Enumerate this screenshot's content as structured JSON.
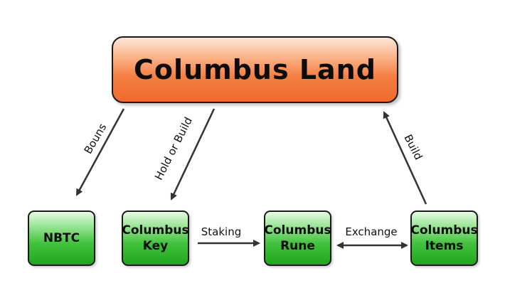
{
  "nodes": {
    "main": "Columbus Land",
    "nbtc": "NBTC",
    "key": "Columbus\nKey",
    "rune": "Columbus\nRune",
    "items": "Columbus\nItems"
  },
  "edges": {
    "bouns": "Bouns",
    "hold_or_build": "Hold or Build",
    "build": "Build",
    "staking": "Staking",
    "exchange": "Exchange"
  },
  "colors": {
    "main_node": "#f57f45",
    "green_node": "#42c23c",
    "arrow": "#333333"
  }
}
